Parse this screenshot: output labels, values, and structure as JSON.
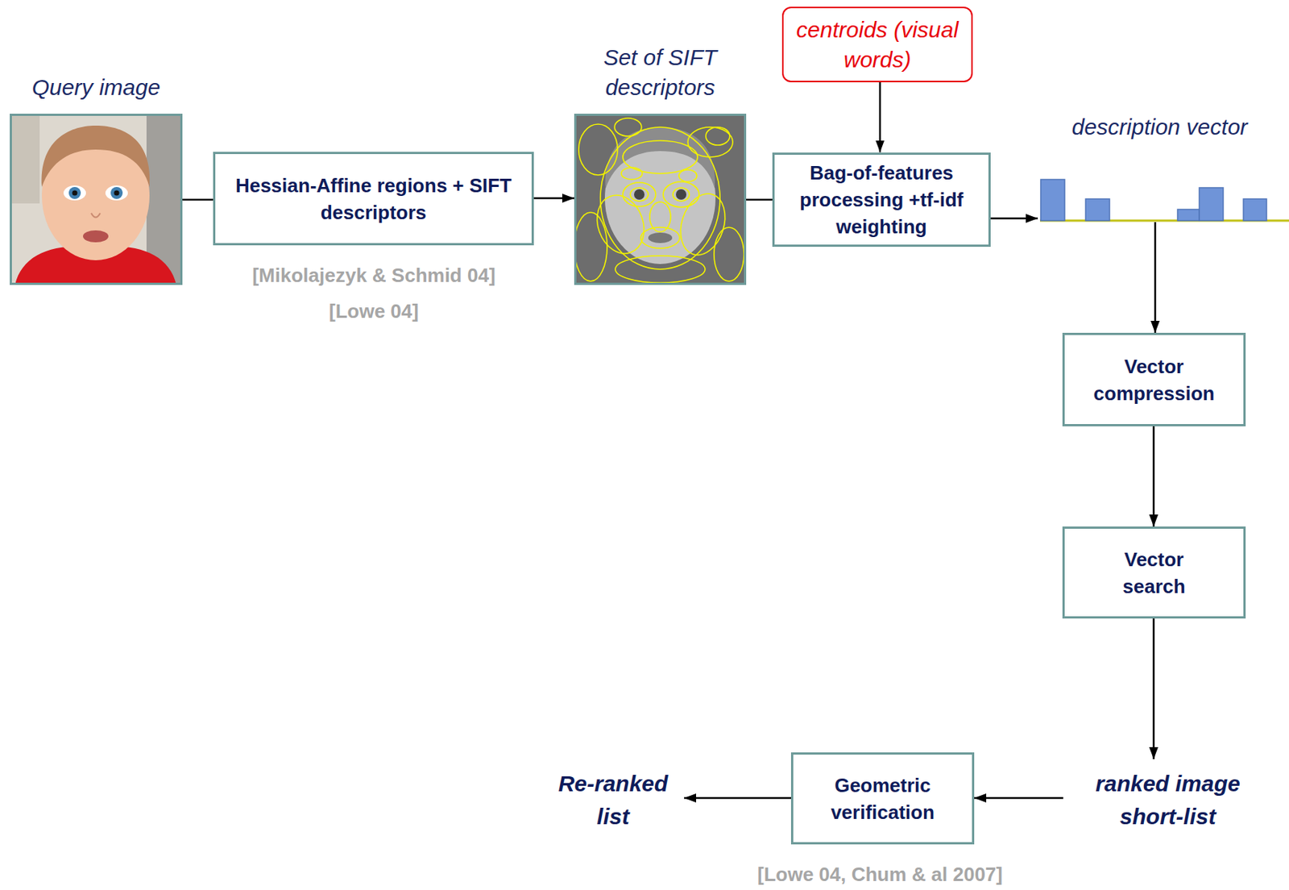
{
  "diagram": {
    "nodes": [
      {
        "text": [
          "Query image"
        ]
      },
      {
        "text": [
          "Hessian-Affine regions + SIFT descriptors"
        ]
      },
      {
        "text": [
          "Set of SIFT descriptors"
        ]
      },
      {
        "text": [
          "centroids (visual words)"
        ]
      },
      {
        "text": [
          "Bag-of-features processing +tf-idf weighting"
        ]
      },
      {
        "text": [
          "description vector"
        ]
      },
      {
        "text": [
          "Vector compression"
        ]
      },
      {
        "text": [
          "Vector search"
        ]
      },
      {
        "text": [
          "ranked image short-list"
        ]
      },
      {
        "text": [
          "Geometric verification"
        ]
      },
      {
        "text": [
          "Re-ranked list"
        ]
      }
    ],
    "edges": [
      {
        "from": 0,
        "to": 1,
        "arrow": "none"
      },
      {
        "from": 1,
        "to": 2,
        "arrow": "to"
      },
      {
        "from": 2,
        "to": 4,
        "arrow": "none"
      },
      {
        "from": 3,
        "to": 4,
        "arrow": "to"
      },
      {
        "from": 4,
        "to": 5,
        "arrow": "to"
      },
      {
        "from": 5,
        "to": 6,
        "arrow": "to"
      },
      {
        "from": 6,
        "to": 7,
        "arrow": "to"
      },
      {
        "from": 7,
        "to": 8,
        "arrow": "to"
      },
      {
        "from": 8,
        "to": 9,
        "arrow": "to"
      },
      {
        "from": 9,
        "to": 10,
        "arrow": "to"
      }
    ],
    "labels": [
      "[Mikolajezyk & Schmid 04]",
      "[Lowe 04]",
      "[Lowe 04, Chum & al 2007]"
    ]
  }
}
